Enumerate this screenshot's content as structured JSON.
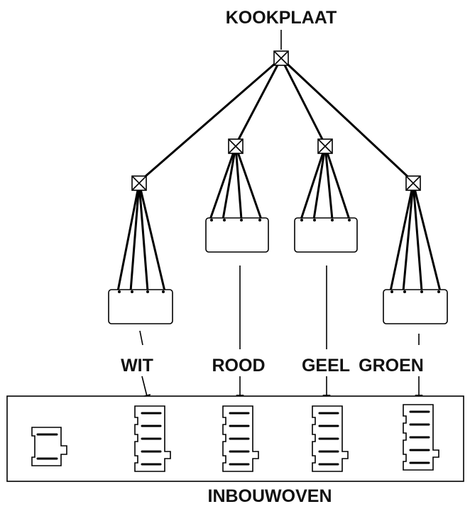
{
  "top_label": "KOOKPLAAT",
  "bottom_label": "INBOUWOVEN",
  "connectors": [
    {
      "color_label": "WIT"
    },
    {
      "color_label": "ROOD"
    },
    {
      "color_label": "GEEL"
    },
    {
      "color_label": "GROEN"
    }
  ],
  "colors": {
    "line": "#000000",
    "background": "#ffffff"
  }
}
